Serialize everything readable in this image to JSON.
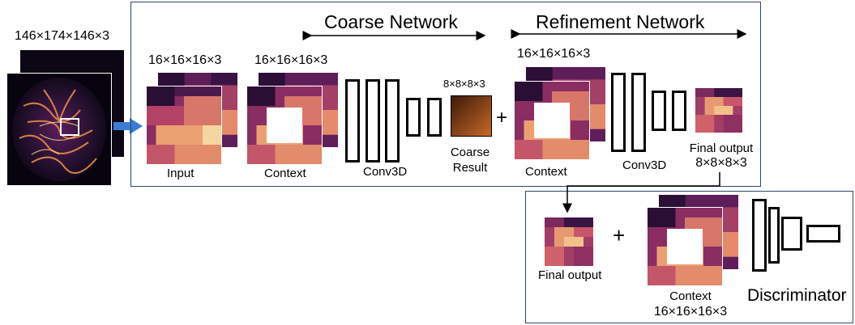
{
  "brain": {
    "dims": "146×174×146×3"
  },
  "coarse_network": {
    "title": "Coarse Network"
  },
  "refinement_network": {
    "title": "Refinement Network"
  },
  "input": {
    "dims": "16×16×16×3",
    "label": "Input"
  },
  "context_coarse": {
    "dims": "16×16×16×3",
    "label": "Context"
  },
  "conv_coarse": {
    "label": "Conv3D"
  },
  "coarse_result": {
    "dims": "8×8×8×3",
    "label_line1": "Coarse",
    "label_line2": "Result"
  },
  "plus_symbol": "+",
  "context_refine": {
    "dims": "16×16×16×3",
    "label": "Context"
  },
  "conv_refine": {
    "label": "Conv3D"
  },
  "final_output": {
    "label": "Final output",
    "dims": "8×8×8×3"
  },
  "disc_final": {
    "label": "Final output"
  },
  "disc_context": {
    "label": "Context",
    "dims": "16×16×16×3"
  },
  "discriminator": {
    "label": "Discriminator"
  },
  "colors": {
    "frame": "#2f4868",
    "arrow_blue": "#3a7bd5",
    "coarse_dark": "#3d1a08",
    "coarse_light": "#c8682a"
  }
}
